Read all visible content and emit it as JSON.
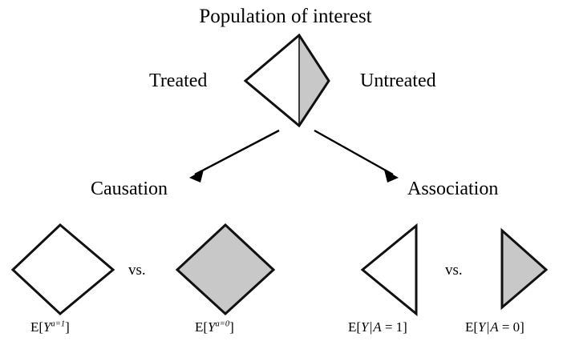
{
  "figure": {
    "title": "Population of interest",
    "top_node": {
      "left_label": "Treated",
      "right_label": "Untreated",
      "left_half_fill": "#ffffff",
      "right_half_fill": "#c8c8c8"
    },
    "branches": [
      {
        "label": "Causation",
        "side": "left"
      },
      {
        "label": "Association",
        "side": "right"
      }
    ],
    "comparisons": [
      {
        "branch": "Causation",
        "separator": "vs.",
        "items": [
          {
            "shape": "diamond",
            "fill": "#ffffff",
            "caption_prefix": "E[",
            "caption_var": "Y",
            "caption_sup": "a=1",
            "caption_suffix": "]",
            "caption_plain": "E[Y^{a=1}]"
          },
          {
            "shape": "diamond",
            "fill": "#c8c8c8",
            "caption_prefix": "E[",
            "caption_var": "Y",
            "caption_sup": "a=0",
            "caption_suffix": "]",
            "caption_plain": "E[Y^{a=0}]"
          }
        ]
      },
      {
        "branch": "Association",
        "separator": "vs.",
        "items": [
          {
            "shape": "left-half-diamond",
            "fill": "#ffffff",
            "caption_prefix": "E[",
            "caption_var": "Y",
            "caption_bar": "|",
            "caption_cond": "A",
            "caption_eq": " = 1]",
            "caption_plain": "E[Y|A = 1]"
          },
          {
            "shape": "right-half-diamond",
            "fill": "#c8c8c8",
            "caption_prefix": "E[",
            "caption_var": "Y",
            "caption_bar": "|",
            "caption_cond": "A",
            "caption_eq": " = 0]",
            "caption_plain": "E[Y|A = 0]"
          }
        ]
      }
    ],
    "colors": {
      "stroke": "#111111",
      "shaded": "#c8c8c8",
      "unshaded": "#ffffff",
      "background": "#ffffff"
    }
  }
}
